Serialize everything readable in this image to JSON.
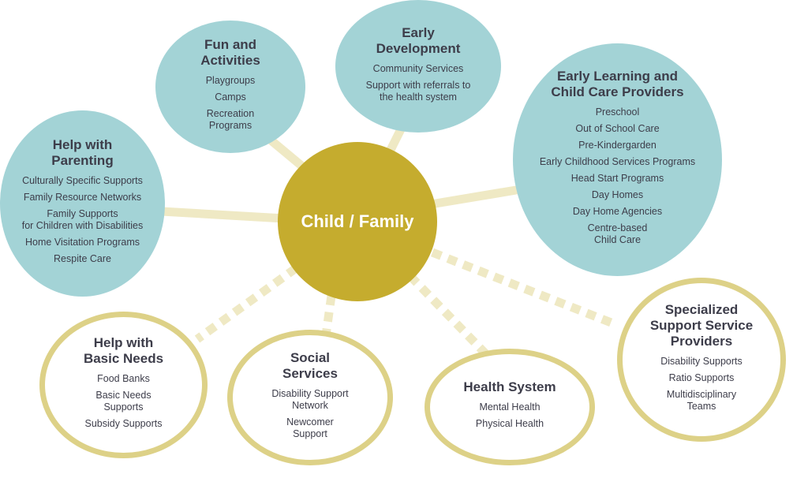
{
  "center": {
    "label": "Child / Family"
  },
  "colors": {
    "teal": "#a3d3d6",
    "ring": "#ddd187",
    "center": "#c5ac2e",
    "link": "#efe9c4",
    "text": "#3d3d4a"
  },
  "nodes": {
    "fun_activities": {
      "title": "Fun and\nActivities",
      "items": [
        "Playgroups",
        "Camps",
        "Recreation\nPrograms"
      ]
    },
    "early_development": {
      "title": "Early\nDevelopment",
      "items": [
        "Community Services",
        "Support with referrals to\nthe health system"
      ]
    },
    "help_parenting": {
      "title": "Help with\nParenting",
      "items": [
        "Culturally Specific Supports",
        "Family Resource Networks",
        "Family Supports\nfor Children with Disabilities",
        "Home Visitation Programs",
        "Respite Care"
      ]
    },
    "early_learning": {
      "title": "Early Learning and\nChild Care Providers",
      "items": [
        "Preschool",
        "Out of School Care",
        "Pre-Kindergarden",
        "Early Childhood Services Programs",
        "Head Start Programs",
        "Day Homes",
        "Day Home Agencies",
        "Centre-based\nChild Care"
      ]
    },
    "basic_needs": {
      "title": "Help with\nBasic Needs",
      "items": [
        "Food Banks",
        "Basic Needs\nSupports",
        "Subsidy Supports"
      ]
    },
    "social_services": {
      "title": "Social\nServices",
      "items": [
        "Disability Support\nNetwork",
        "Newcomer\nSupport"
      ]
    },
    "health_system": {
      "title": "Health System",
      "items": [
        "Mental Health",
        "Physical Health"
      ]
    },
    "specialized": {
      "title": "Specialized\nSupport Service\nProviders",
      "items": [
        "Disability Supports",
        "Ratio Supports",
        "Multidisciplinary\nTeams"
      ]
    }
  }
}
